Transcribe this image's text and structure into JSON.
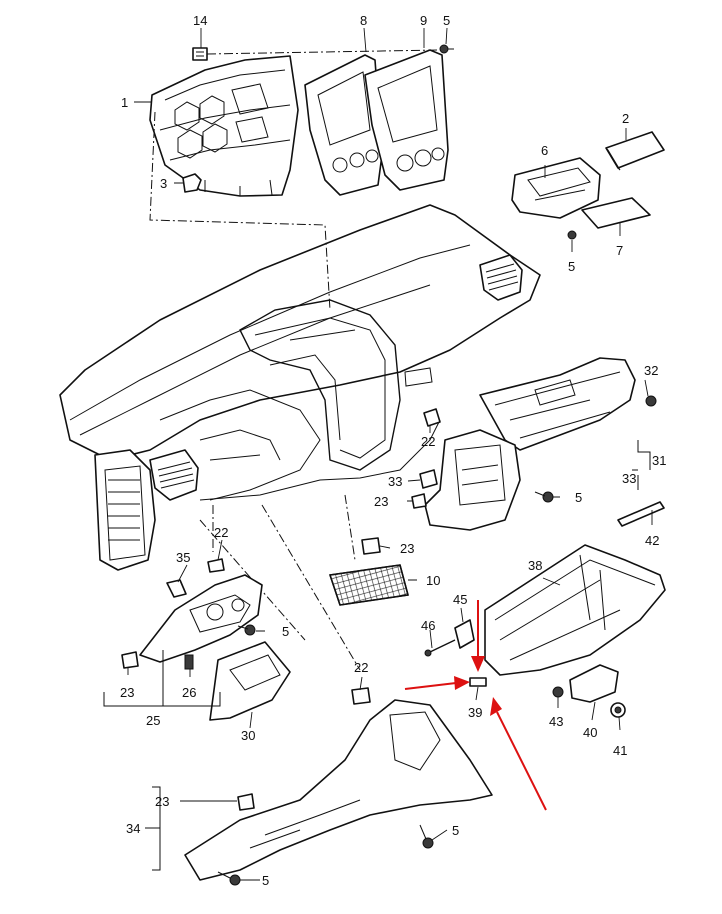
{
  "callouts": {
    "c14": "14",
    "c8": "8",
    "c9": "9",
    "c5_top": "5",
    "c1": "1",
    "c2": "2",
    "c3": "3",
    "c6": "6",
    "c5_right": "5",
    "c7": "7",
    "c32": "32",
    "c22_mid": "22",
    "c31": "31",
    "c33_right": "33",
    "c33_mid": "33",
    "c23_mid": "23",
    "c5_mid": "5",
    "c42": "42",
    "c22_left": "22",
    "c23_center": "23",
    "c10": "10",
    "c35": "35",
    "c5_left": "5",
    "c23_left": "23",
    "c26": "26",
    "c25": "25",
    "c30": "30",
    "c22_low": "22",
    "c38": "38",
    "c45": "45",
    "c46": "46",
    "c39": "39",
    "c43": "43",
    "c40": "40",
    "c41": "41",
    "c23_bottom": "23",
    "c34": "34",
    "c5_bottom1": "5",
    "c5_bottom2": "5"
  },
  "colors": {
    "line": "#111111",
    "highlight_arrow": "#dd1111",
    "background": "#ffffff"
  },
  "highlight_arrows": [
    "pointing-to-part-39-from-top",
    "pointing-to-part-39-from-left",
    "pointing-to-part-39-from-bottom-right"
  ]
}
